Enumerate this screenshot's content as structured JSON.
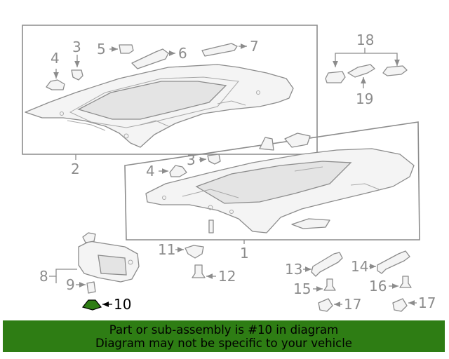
{
  "callouts": {
    "c1": "1",
    "c2": "2",
    "c3a": "3",
    "c3b": "3",
    "c4a": "4",
    "c4b": "4",
    "c5": "5",
    "c6": "6",
    "c7": "7",
    "c8": "8",
    "c9": "9",
    "c10": "10",
    "c11": "11",
    "c12": "12",
    "c13": "13",
    "c14": "14",
    "c15": "15",
    "c16": "16",
    "c17a": "17",
    "c17b": "17",
    "c18": "18",
    "c19": "19"
  },
  "highlighted_part": "10",
  "colors": {
    "banner_bg": "#2e7d14",
    "highlight_part": "#2e7d14",
    "line": "#8c8c8c"
  },
  "banner": {
    "line1": "Part or sub-assembly is #10 in diagram",
    "line2": "Diagram may not be specific to your vehicle"
  }
}
